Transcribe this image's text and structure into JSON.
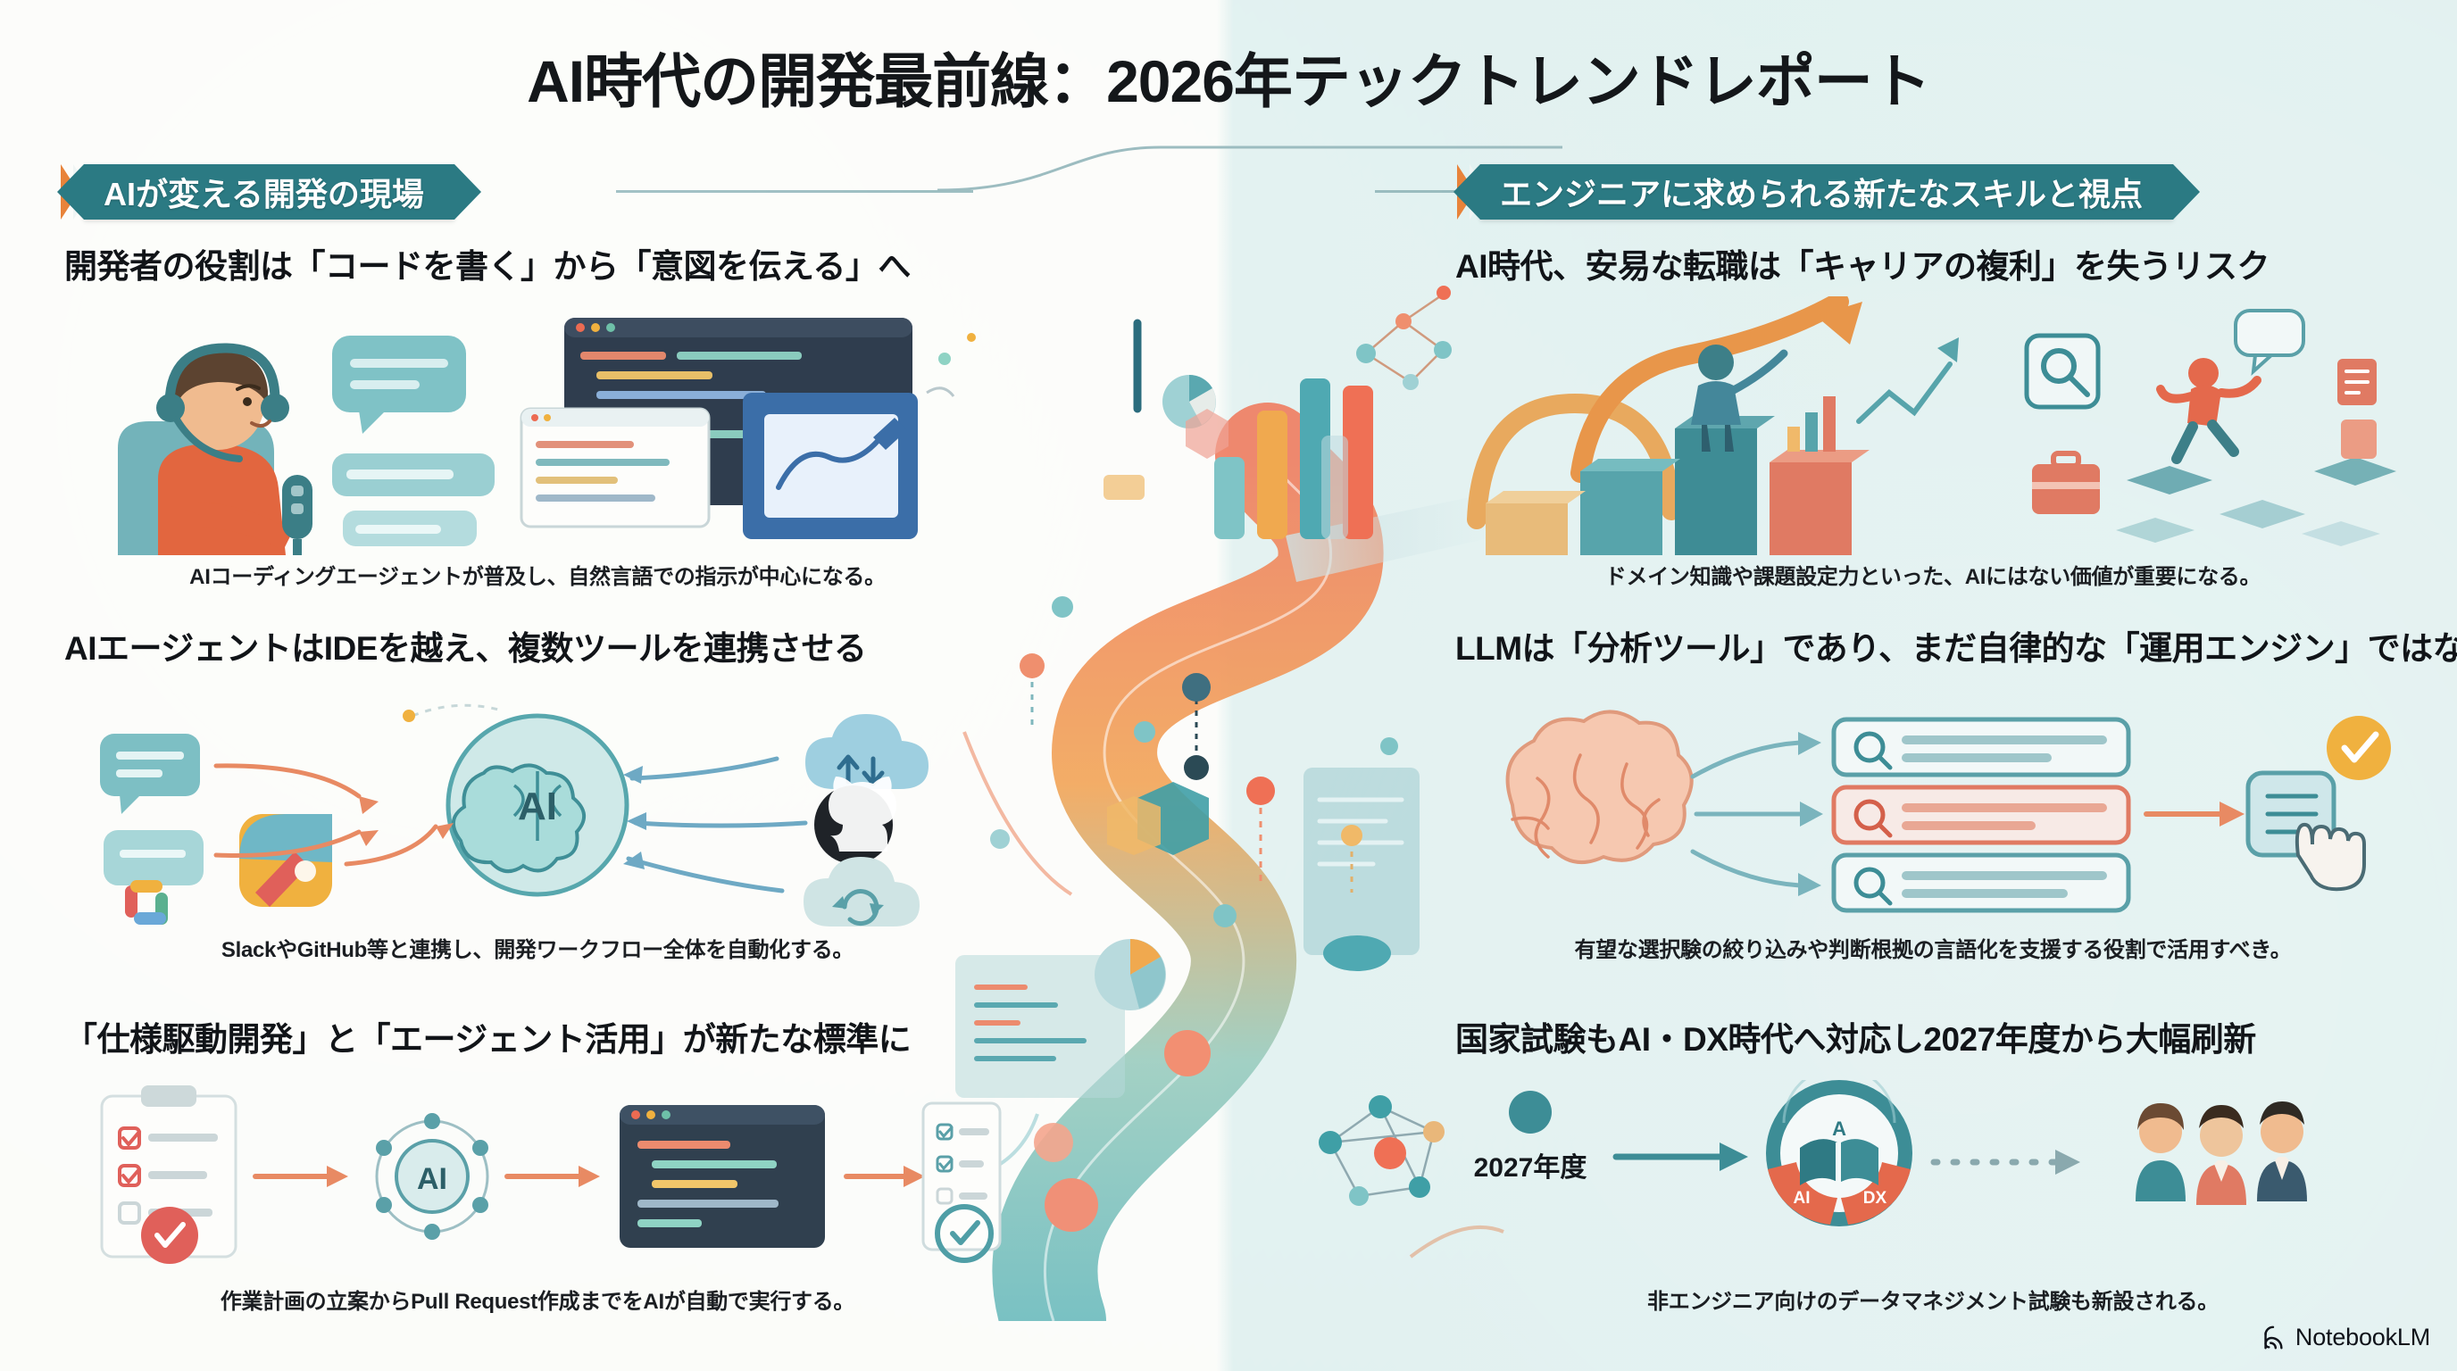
{
  "title": "AI時代の開発最前線：2026年テックトレンドレポート",
  "sections": {
    "left": {
      "header": "AIが変える開発の現場",
      "blocks": [
        {
          "headline": "開発者の役割は「コードを書く」から「意図を伝える」へ",
          "caption": "AIコーディングエージェントが普及し、自然言語での指示が中心になる。",
          "art": "developer-voice-to-code"
        },
        {
          "headline": "AIエージェントはIDEを越え、複数ツールを連携させる",
          "caption": "SlackやGitHub等と連携し、開発ワークフロー全体を自動化する。",
          "art": "ai-hub-integrations",
          "hub_label": "AI"
        },
        {
          "headline": "「仕様駆動開発」と「エージェント活用」が新たな標準に",
          "caption": "作業計画の立案からPull Request作成までをAIが自動で実行する。",
          "art": "spec-driven-pipeline",
          "hub_label": "AI"
        }
      ]
    },
    "right": {
      "header": "エンジニアに求められる新たなスキルと視点",
      "blocks": [
        {
          "headline": "AI時代、安易な転職は「キャリアの複利」を失うリスク",
          "caption": "ドメイン知識や課題設定力といった、AIにはない価値が重要になる。",
          "art": "career-growth-vs-jumping"
        },
        {
          "headline": "LLMは「分析ツール」であり、まだ自律的な「運用エンジン」ではない",
          "caption": "有望な選択験の絞り込みや判断根拠の言語化を支援する役割で活用すべき。",
          "art": "llm-analysis-flow"
        },
        {
          "headline": "国家試験もAI・DX時代へ対応し2027年度から大幅刷新",
          "caption": "非エンジニア向けのデータマネジメント試験も新設される。",
          "art": "exam-renewal-timeline",
          "timeline_label": "2027年度",
          "badge_labels": [
            "AI",
            "DX"
          ]
        }
      ]
    }
  },
  "watermark": {
    "label": "NotebookLM",
    "icon": "notebooklm-spiral-icon"
  },
  "colors": {
    "banner_teal": "#2b7a83",
    "accent_orange": "#e8833a",
    "coral": "#ec6b52",
    "teal": "#3f9fa6",
    "amber": "#f0b13f",
    "bg_left": "#fbfcf9",
    "bg_right": "#e2f1f0",
    "ink": "#111418"
  }
}
